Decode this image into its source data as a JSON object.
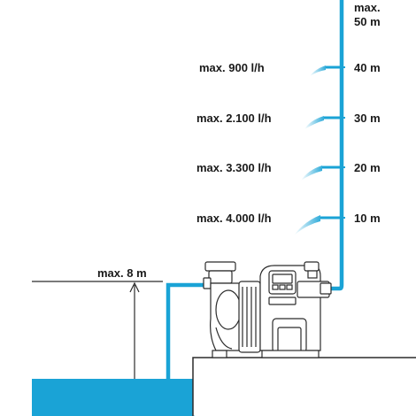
{
  "max_height": {
    "line1": "max.",
    "line2": "50 m"
  },
  "flow_rates": [
    {
      "rate": "max. 900 l/h",
      "height": "40 m"
    },
    {
      "rate": "max. 2.100 l/h",
      "height": "30 m"
    },
    {
      "rate": "max. 3.300 l/h",
      "height": "20 m"
    },
    {
      "rate": "max. 4.000 l/h",
      "height": "10 m"
    }
  ],
  "suction_depth": "max. 8 m",
  "colors": {
    "water": "#1aa3d6",
    "pipe": "#1aa3d6",
    "pump_stroke": "#2b2b2b",
    "text": "#1a1a1a"
  }
}
